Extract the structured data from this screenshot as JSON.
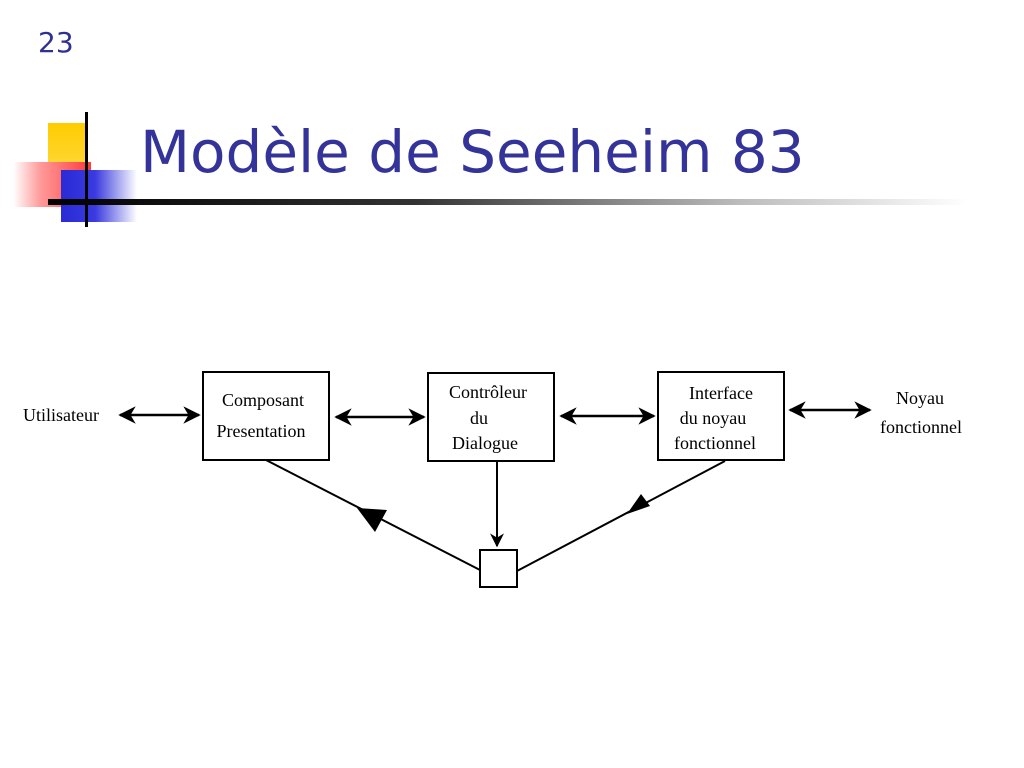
{
  "slide": {
    "number": "23",
    "title": "Modèle de Seeheim 83"
  },
  "diagram": {
    "user_label": "Utilisateur",
    "presentation": {
      "line1": "Composant",
      "line2": "Presentation"
    },
    "controller": {
      "line1": "Contrôleur",
      "line2": "du",
      "line3": "Dialogue"
    },
    "interface": {
      "line1": "Interface",
      "line2": "du noyau",
      "line3": "fonctionnel"
    },
    "core": {
      "line1": "Noyau",
      "line2": "fonctionnel"
    }
  },
  "colors": {
    "title": "#333399",
    "slide_number": "#2e3192"
  }
}
